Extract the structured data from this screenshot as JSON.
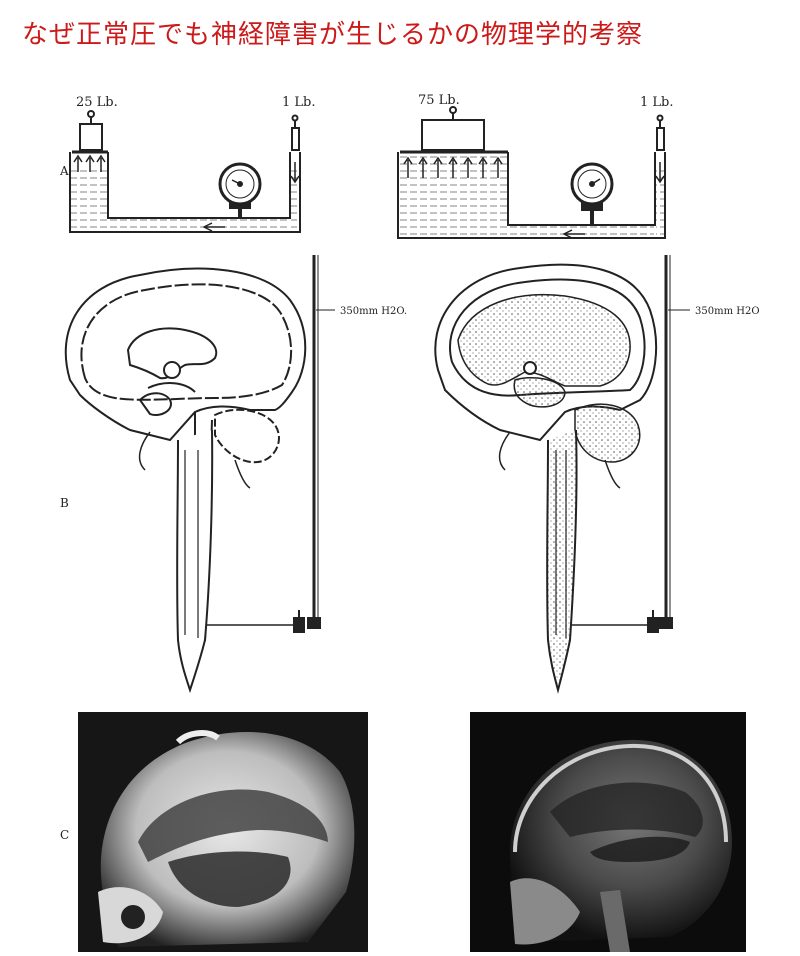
{
  "title": "なぜ正常圧でも神経障害が生じるかの物理学的考察",
  "panel_labels": {
    "a": "A",
    "b": "B",
    "c": "C"
  },
  "left": {
    "weight_large": "25 Lb.",
    "weight_small": "1 Lb.",
    "manometer": "350mm H2O."
  },
  "right": {
    "weight_large": "75 Lb.",
    "weight_small": "1 Lb.",
    "manometer": "350mm H2O"
  }
}
